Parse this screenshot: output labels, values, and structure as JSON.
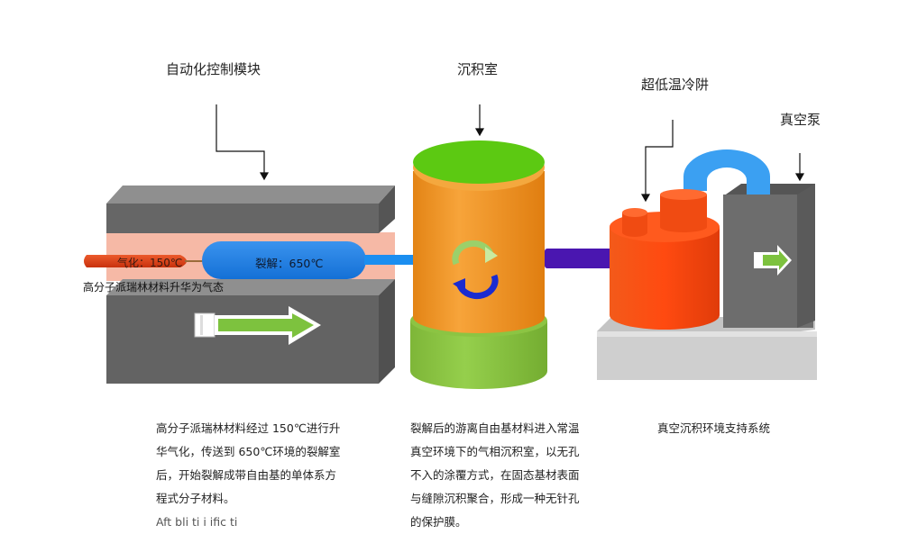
{
  "labels": {
    "automation": "自动化控制模块",
    "deposition": "沉积室",
    "cold_trap": "超低温冷阱",
    "vacuum_pump": "真空泵"
  },
  "vaporizer": {
    "vaporization": "气化：150℃",
    "pyrolysis": "裂解：650℃",
    "sublimation_note": "高分子派瑞林材料升华为气态"
  },
  "descriptions": {
    "step1": "高分子派瑞林材料经过 150℃进行升华气化，传送到 650℃环境的裂解室后，开始裂解成带自由基的单体系方程式分子材料。",
    "step1_cut": "Aft    bli  ti           i    ific ti",
    "step2": "裂解后的游离自由基材料进入常温真空环境下的气相沉积室，以无孔不入的涂覆方式，在固态基材表面与缝隙沉积聚合，形成一种无针孔的保护膜。",
    "step3": "真空沉积环境支持系统"
  },
  "colors": {
    "block_dark": "#636363",
    "block_top": "#8a8a8a",
    "heat_zone": "#f6b9a6",
    "vapor_tube": "#e0401a",
    "pyrolysis_capsule": "#1f7fe0",
    "chamber_body": "#f39a2e",
    "chamber_lid": "#58c80e",
    "chamber_base": "#8cc443",
    "connector": "#4a16b0",
    "cold_trap_body": "#f04b12",
    "pump_arch": "#3ba0f2",
    "arrow_green": "#7dc23e"
  }
}
